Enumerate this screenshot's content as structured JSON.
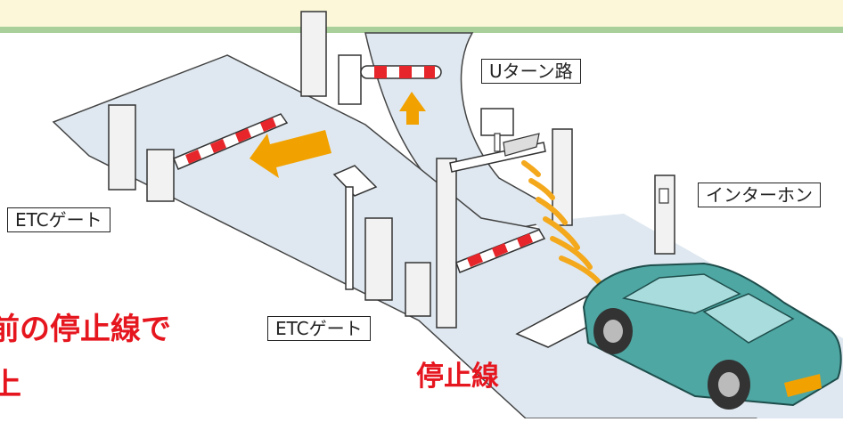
{
  "labels": {
    "u_turn": "Uターン路",
    "etc_gate_left": "ETCゲート",
    "etc_gate_bottom": "ETCゲート",
    "intercom": "インターホン",
    "stop_line": "停止線",
    "caption_line1": "前の停止線で",
    "caption_line2": "上"
  },
  "colors": {
    "banner": "#fbf7d8",
    "banner_stripe": "#a9cf9a",
    "road": "#dfe8f0",
    "arrow": "#f2a200",
    "waves": "#f4a81c",
    "barrier_red": "#e6262a",
    "car": "#4ea7a3",
    "accent_red": "#e6161f"
  }
}
